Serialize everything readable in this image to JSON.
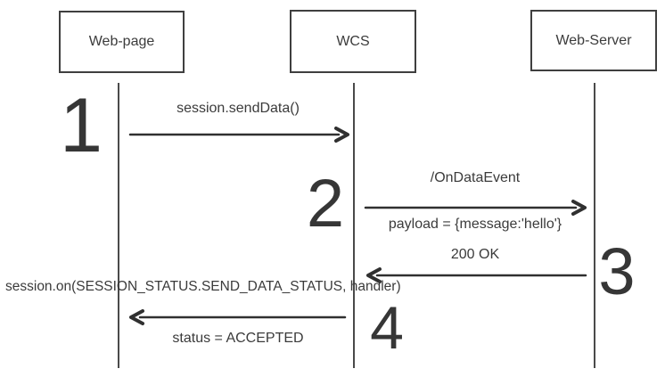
{
  "diagram": {
    "type": "sequence-diagram",
    "colors": {
      "ink": "#3b3b3b",
      "background": "#ffffff"
    },
    "actors": [
      {
        "label": "Web-page"
      },
      {
        "label": "WCS"
      },
      {
        "label": "Web-Server"
      }
    ],
    "messages": [
      {
        "step": "1",
        "label": "session.sendData()",
        "from": "Web-page",
        "to": "WCS",
        "direction": "right"
      },
      {
        "step": "2",
        "label": "/OnDataEvent",
        "sublabel": "payload = {message:'hello'}",
        "from": "WCS",
        "to": "Web-Server",
        "direction": "right"
      },
      {
        "step": "3",
        "label": "200 OK",
        "from": "Web-Server",
        "to": "WCS",
        "direction": "left"
      },
      {
        "step": "4",
        "label": "session.on(SESSION_STATUS.SEND_DATA_STATUS, handler)",
        "sublabel": "status = ACCEPTED",
        "from": "WCS",
        "to": "Web-page",
        "direction": "left"
      }
    ]
  }
}
